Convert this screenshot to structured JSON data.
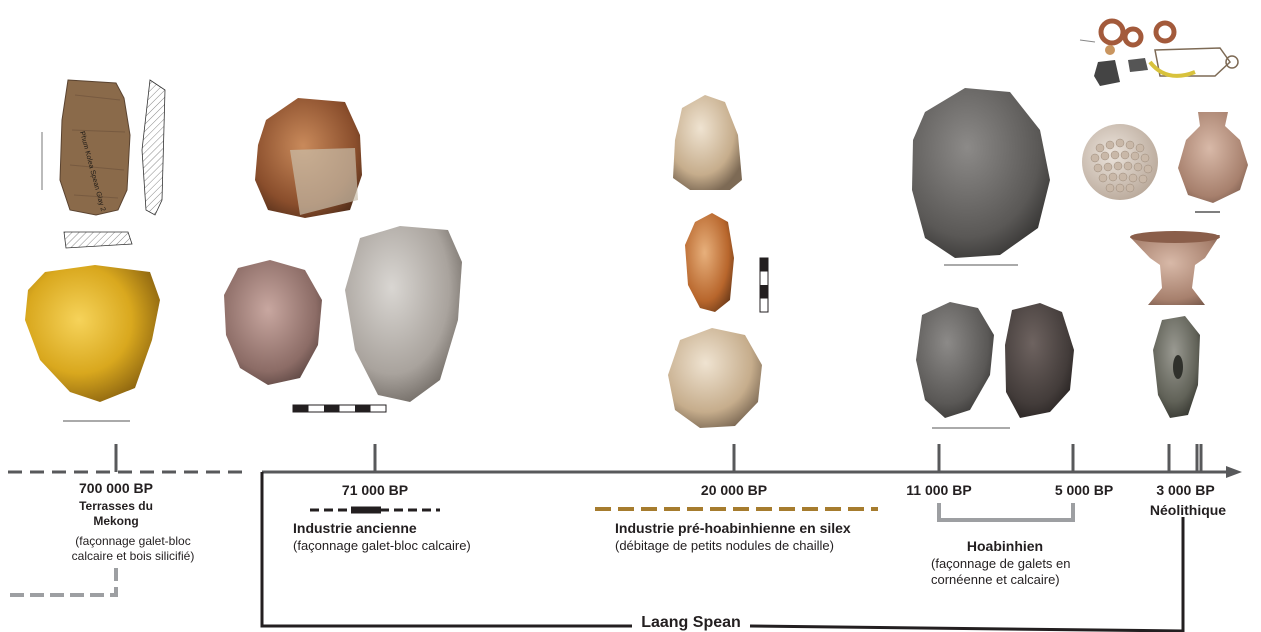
{
  "sites": {
    "mekong": {
      "date": "700 000 BP",
      "title": "Terrasses du Mekong",
      "desc": "(façonnage galet-bloc calcaire et bois silicifié)",
      "artifact_label": "Phum Kolea Spean Glay 2"
    },
    "ancienne": {
      "date": "71 000 BP",
      "title": "Industrie ancienne",
      "desc": "(façonnage galet-bloc calcaire)"
    },
    "prehoabinhienne": {
      "date": "20 000 BP",
      "title": "Industrie pré-hoabinhienne en silex",
      "desc": "(débitage de petits nodules de chaille)"
    },
    "hoabinhien": {
      "date_start": "11 000 BP",
      "date_end": "5 000 BP",
      "title": "Hoabinhien",
      "desc": "(façonnage de galets en cornéenne et calcaire)"
    },
    "neolithique": {
      "date": "3 000 BP",
      "title": "Néolithique"
    }
  },
  "bracket_label": "Laang Spean",
  "colors": {
    "axis": "#58595b",
    "dashed_gray": "#9d9fa2",
    "silex_dash": "#a67c2e",
    "bracket": "#231f20"
  }
}
